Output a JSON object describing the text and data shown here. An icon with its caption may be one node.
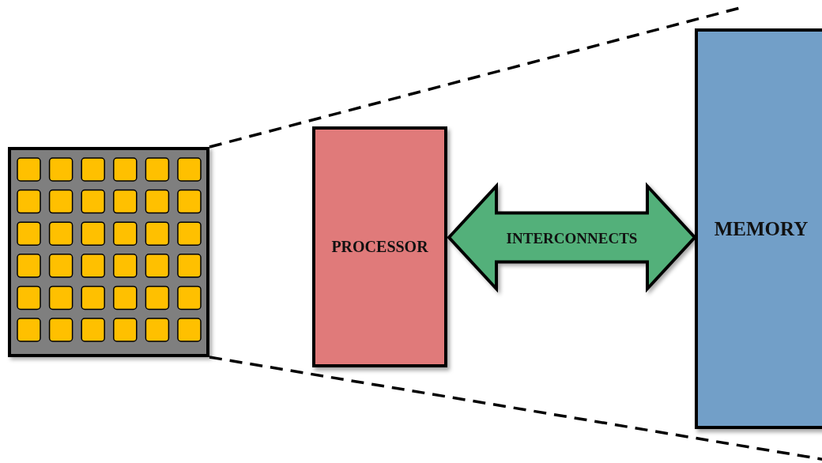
{
  "diagram": {
    "nodes": [
      {
        "text": [],
        "shape": "picture"
      },
      {
        "text": [
          "PROCESSOR"
        ]
      },
      {
        "text": [
          "MEMORY"
        ]
      }
    ],
    "edges": [
      {
        "from": 1,
        "to": 2,
        "arrow": "both",
        "label": "INTERCONNECTS",
        "style": "thick",
        "color": "#52b07a"
      },
      {
        "from": 0,
        "to": null,
        "arrow": "none",
        "style": "dashed"
      },
      {
        "from": 0,
        "to": null,
        "arrow": "none",
        "style": "dashed"
      }
    ]
  }
}
